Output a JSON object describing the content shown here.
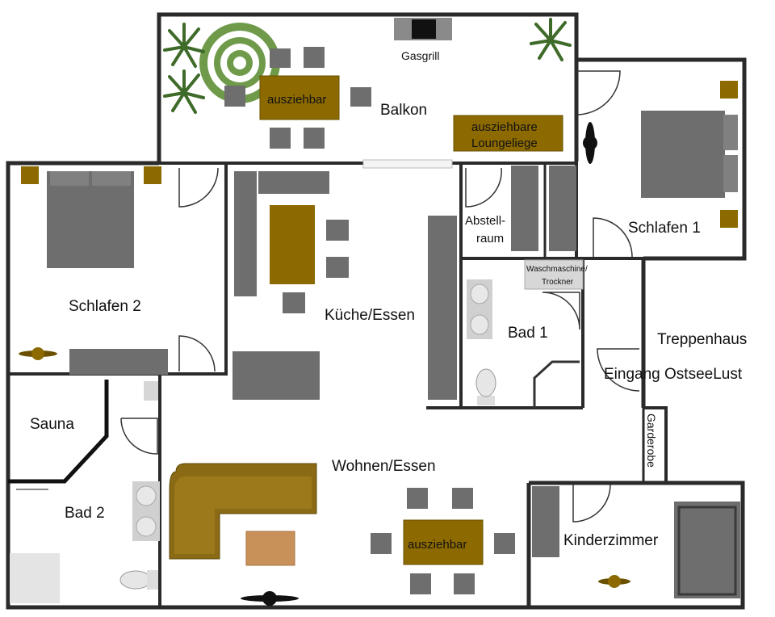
{
  "rooms": {
    "balkon": "Balkon",
    "schlafen1": "Schlafen 1",
    "schlafen2": "Schlafen 2",
    "kueche": "Küche/Essen",
    "abstell_line1": "Abstell-",
    "abstell_line2": "raum",
    "bad1": "Bad 1",
    "treppenhaus": "Treppenhaus",
    "eingang": "Eingang OstseeLust",
    "sauna": "Sauna",
    "bad2": "Bad 2",
    "wohnen": "Wohnen/Essen",
    "kinderzimmer": "Kinderzimmer",
    "garderobe": "Garderobe"
  },
  "labels": {
    "gasgrill": "Gasgrill",
    "ausziehbar_balkon": "ausziehbar",
    "loungeliege_line1": "ausziehbare",
    "loungeliege_line2": "Loungeliege",
    "waschmaschine_line1": "Waschmaschine/",
    "waschmaschine_line2": "Trockner",
    "ausziehbar_wohnen": "ausziehbar"
  },
  "colors": {
    "wall": "#2a2a2a",
    "furniture_gray": "#6e6e6e",
    "table_brown": "#8c6a00",
    "sofa_brown": "#8a6a14",
    "rug_green": "#5f8a3a",
    "coffee_table": "#c8915a",
    "plant_green": "#3f6b2a"
  }
}
